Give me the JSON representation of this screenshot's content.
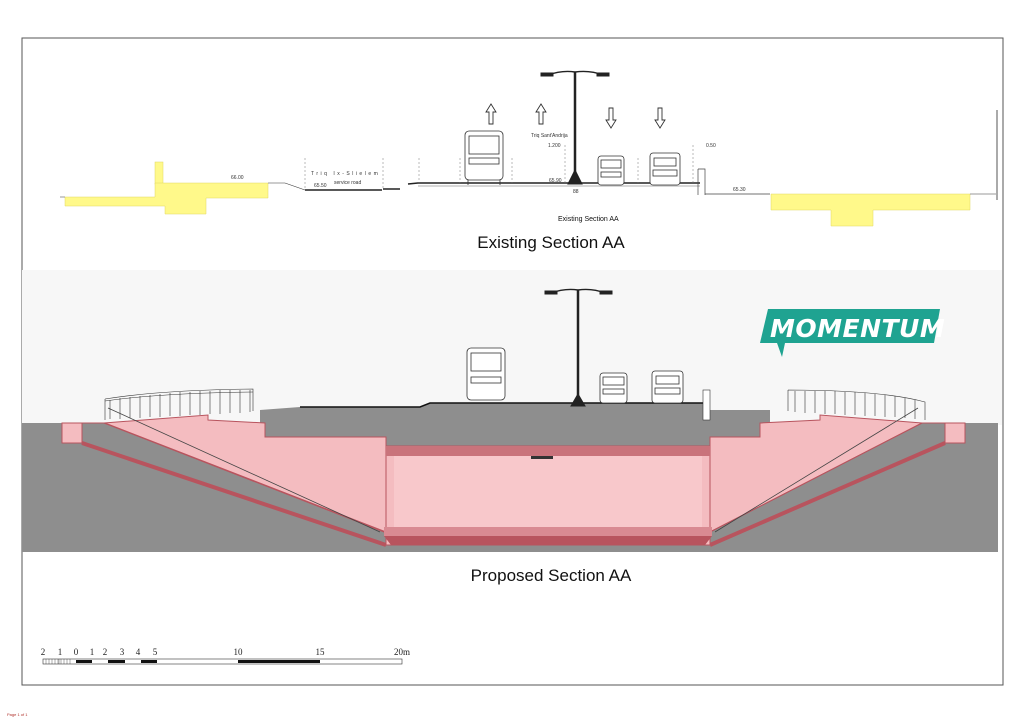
{
  "existing_section": {
    "title": "Existing Section AA",
    "subtitle": "Existing Section AA",
    "street_name": "Triq Sant'Andrija",
    "service_road_name": "Triq Ix-Slielem",
    "service_road_label": "service road",
    "levels": [
      "66.00",
      "65.50",
      "65.90",
      "65.30"
    ],
    "dim_left": "1.200",
    "dim_right": "0.50",
    "centre_mark": "88"
  },
  "proposed_section": {
    "title": "Proposed Section AA"
  },
  "logo": {
    "text": "MOMENTUM",
    "color": "#1fa391"
  },
  "scale_bar": {
    "labels": [
      "2",
      "1",
      "0",
      "1",
      "2",
      "3",
      "4",
      "5",
      "10",
      "15",
      "20m"
    ]
  },
  "footer": {
    "page": "Page 1 of 1"
  },
  "colors": {
    "fill_existing": "#fff98a",
    "tunnel": "#f4bcc0",
    "tunnel_edge": "#b8545e",
    "ground": "#8e8e8e"
  }
}
